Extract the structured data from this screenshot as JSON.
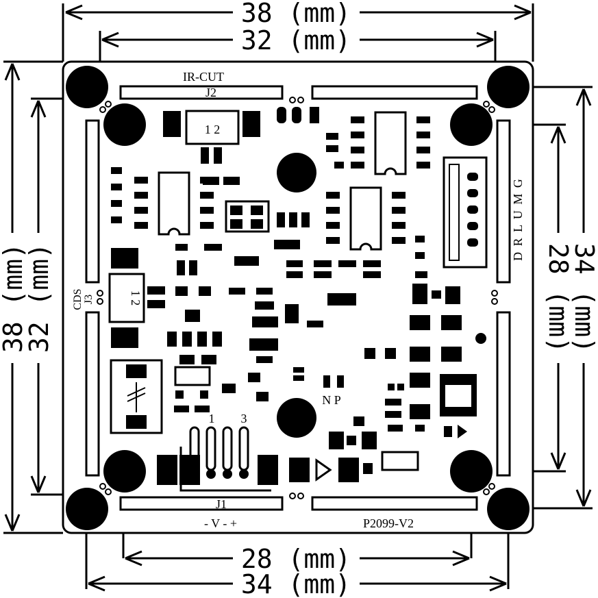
{
  "dimensions": {
    "top_outer": "38 (mm)",
    "top_inner": "32 (mm)",
    "bottom_inner": "28 (mm)",
    "bottom_outer": "34 (mm)",
    "left_outer": "38 (mm)",
    "left_inner": "32 (mm)",
    "right_inner": "28 (mm)",
    "right_outer": "34 (mm)"
  },
  "board": {
    "ir_cut_label": "IR-CUT",
    "j2_label": "J2",
    "j1_label": "J1",
    "j3_label": "J3",
    "cds_label": "CDS",
    "model_label": "P2099-V2",
    "power_label": "- V - +",
    "connector_pins": "D R L U M G",
    "pin_one": "1",
    "pin_three": "3",
    "pins_12_top": "1 2",
    "pins_12_left": "1 2",
    "np_label": "N P"
  },
  "colors": {
    "ink": "#000000",
    "board": "#ffffff"
  }
}
